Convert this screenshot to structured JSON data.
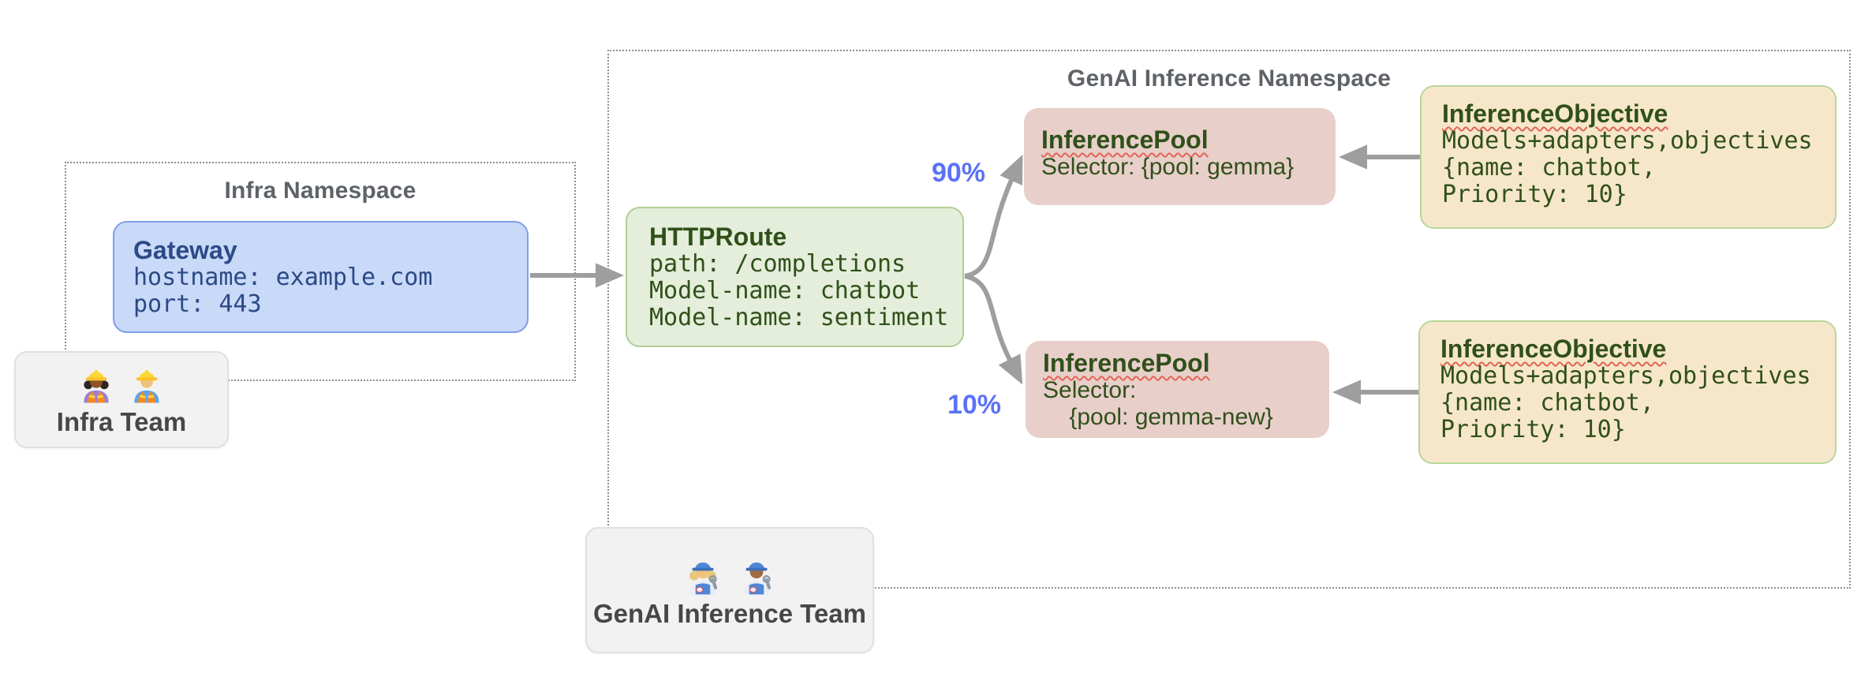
{
  "namespaces": {
    "infra": {
      "title": "Infra Namespace"
    },
    "genai": {
      "title": "GenAI Inference Namespace"
    }
  },
  "nodes": {
    "gateway": {
      "title": "Gateway",
      "lines": [
        "hostname: example.com",
        "port: 443"
      ]
    },
    "httproute": {
      "title": "HTTPRoute",
      "lines": [
        "path: /completions",
        "Model-name: chatbot",
        "Model-name: sentiment"
      ]
    },
    "pool1": {
      "title": "InferencePool",
      "lines": [
        "Selector: {pool: gemma}"
      ]
    },
    "pool2": {
      "title": "InferencePool",
      "lines": [
        "Selector:",
        "    {pool: gemma-new}"
      ]
    },
    "objective1": {
      "title": "InferenceObjective",
      "lines": [
        "Models+adapters,objectives",
        "{name: chatbot,",
        "Priority: 10}"
      ]
    },
    "objective2": {
      "title": "InferenceObjective",
      "lines": [
        "Models+adapters,objectives",
        "{name: chatbot,",
        "Priority: 10}"
      ]
    }
  },
  "teams": {
    "infra": {
      "label": "Infra Team",
      "icons": [
        "woman-construction-worker-emoji",
        "man-construction-worker-emoji"
      ]
    },
    "genai": {
      "label": "GenAI Inference Team",
      "icons": [
        "woman-mechanic-emoji",
        "man-mechanic-emoji"
      ]
    }
  },
  "edges": {
    "gateway_to_httproute": {
      "from": "Gateway",
      "to": "HTTPRoute"
    },
    "split_top": {
      "from": "HTTPRoute",
      "to": "InferencePool (gemma)",
      "label": "90%"
    },
    "split_bottom": {
      "from": "HTTPRoute",
      "to": "InferencePool (gemma-new)",
      "label": "10%"
    },
    "objective1_to_pool1": {
      "from": "InferenceObjective",
      "to": "InferencePool (gemma)"
    },
    "objective2_to_pool2": {
      "from": "InferenceObjective",
      "to": "InferencePool (gemma-new)"
    }
  },
  "colors": {
    "gateway_fill": "#c9d9f8",
    "gateway_border": "#7f9de8",
    "gateway_text": "#2b4a86",
    "route_fill": "#e4eeda",
    "route_border": "#b3cd96",
    "route_text": "#30501a",
    "pool_fill": "#e8cfca",
    "pool_text": "#30501a",
    "objective_fill": "#f6e7cb",
    "objective_border": "#b9d69b",
    "objective_text": "#30501a",
    "team_fill": "#f2f2f2",
    "team_border": "#e0e0e0",
    "team_text": "#474747",
    "ns_border": "#8f8f8f",
    "ns_title": "#5f6368",
    "arrow": "#9e9e9e",
    "pct": "#5b72f5",
    "squiggle": "#e06655",
    "bg": "#ffffff"
  }
}
